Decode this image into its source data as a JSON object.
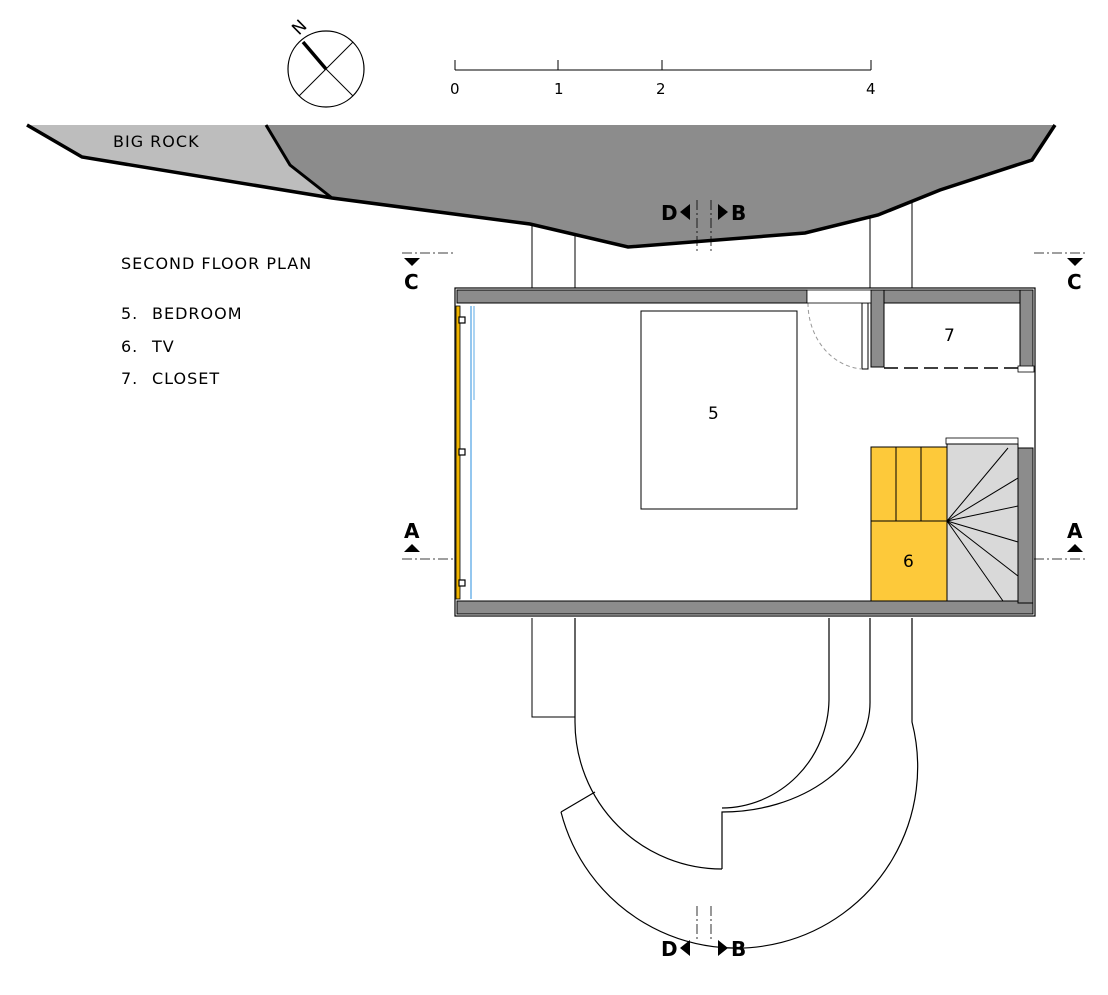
{
  "title": "SECOND FLOOR PLAN",
  "legend": [
    {
      "num": "5.",
      "name": "BEDROOM"
    },
    {
      "num": "6.",
      "name": "TV"
    },
    {
      "num": "7.",
      "name": "CLOSET"
    }
  ],
  "north_label": "N",
  "rock_label": "BIG ROCK",
  "scale_ticks": [
    "0",
    "1",
    "2",
    "4"
  ],
  "rooms": {
    "bedroom": "5",
    "tv": "6",
    "closet": "7"
  },
  "section_marks": {
    "a": "A",
    "b": "B",
    "c": "C",
    "d": "D"
  },
  "colors": {
    "rock_dark": "#8c8c8c",
    "rock_light": "#bdbdbd",
    "wall": "#8c8c8c",
    "tv_fill": "#fdc93a",
    "stair_fill": "#d9d9d9",
    "glass": "#5aa9e6",
    "window_frame": "#f0b400"
  }
}
